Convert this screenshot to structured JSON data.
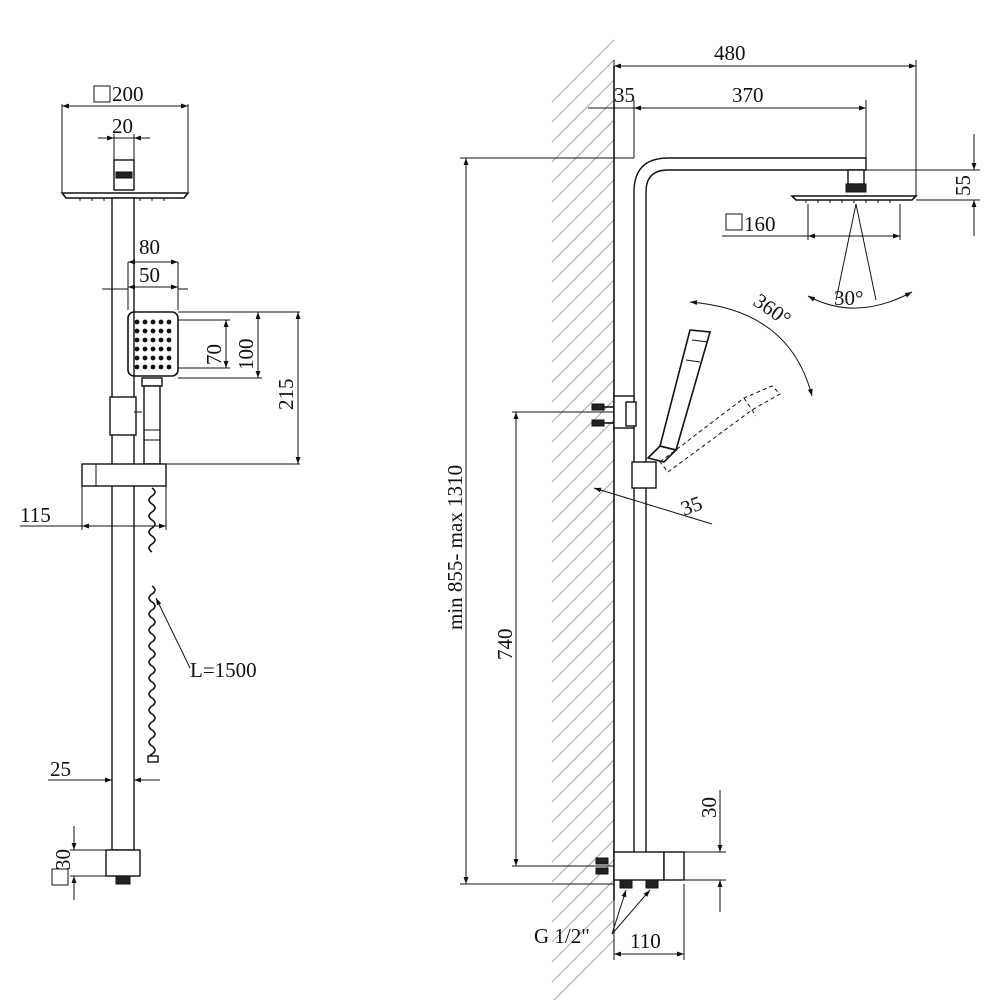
{
  "dimensions": {
    "head_square_200": "200",
    "stem_20": "20",
    "hand_80": "80",
    "hand_50": "50",
    "hand_70": "70",
    "hand_100": "100",
    "hand_215": "215",
    "bracket_115": "115",
    "hose_length": "L=1500",
    "pipe_25": "25",
    "conn_30_left": "30",
    "total_480": "480",
    "wall_35": "35",
    "arm_370": "370",
    "head_55": "55",
    "head_square_160": "160",
    "spray_angle": "30°",
    "rotation": "360°",
    "tilt_35": "35",
    "height_range": "min 855- max 1310",
    "height_740": "740",
    "conn_30_right": "30",
    "thread": "G 1/2\"",
    "mixer_110": "110"
  }
}
